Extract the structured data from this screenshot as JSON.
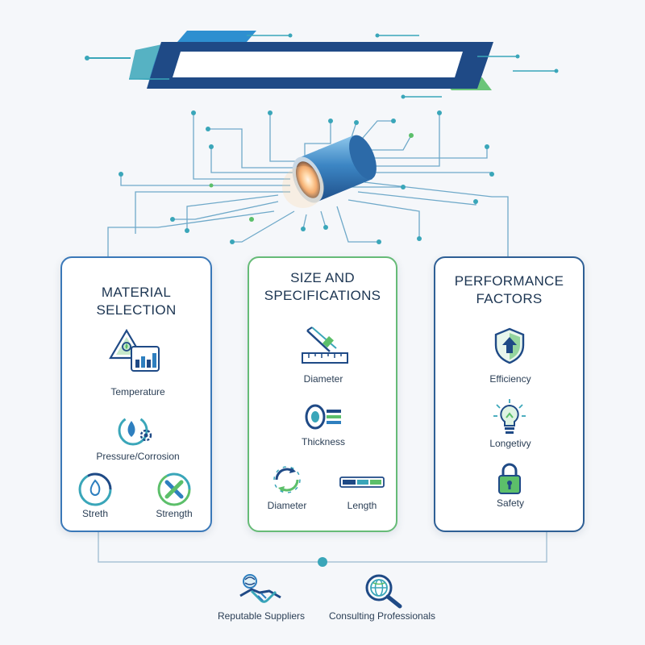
{
  "colors": {
    "navy": "#1f4a86",
    "blue": "#2e7fbf",
    "teal": "#3aa6b9",
    "green": "#5cbf6a",
    "cardBorderBlue": "#3a78b8",
    "cardBorderGreen": "#66bb77"
  },
  "banner": {
    "title": ""
  },
  "cards": [
    {
      "title": "MATERIAL SELECTION",
      "items": [
        {
          "label": "Temperature",
          "icon": "flask-chart-icon"
        },
        {
          "label": "Pressure/Corrosion",
          "icon": "drop-gear-icon"
        },
        {
          "label": "Streth",
          "icon": "flame-ring-icon"
        },
        {
          "label": "Strength",
          "icon": "cross-ring-icon"
        }
      ]
    },
    {
      "title_line1": "SIZE AND",
      "title_line2": "SPECIFICATIONS",
      "items": [
        {
          "label": "Diameter",
          "icon": "caliper-ruler-icon"
        },
        {
          "label": "Thickness",
          "icon": "pipe-section-icon"
        },
        {
          "label": "Diameter",
          "icon": "cycle-arrows-icon"
        },
        {
          "label": "Length",
          "icon": "length-bar-icon"
        }
      ]
    },
    {
      "title_line1": "PERFORMANCE",
      "title_line2": "FACTORS",
      "items": [
        {
          "label": "Efficiency",
          "icon": "shield-arrow-icon"
        },
        {
          "label": "Longetivy",
          "icon": "lightbulb-icon"
        },
        {
          "label": "Safety",
          "icon": "padlock-icon"
        }
      ]
    }
  ],
  "footer": [
    {
      "label": "Reputable Suppliers",
      "icon": "handshake-icon"
    },
    {
      "label": "Consulting Professionals",
      "icon": "globe-magnifier-icon"
    }
  ]
}
